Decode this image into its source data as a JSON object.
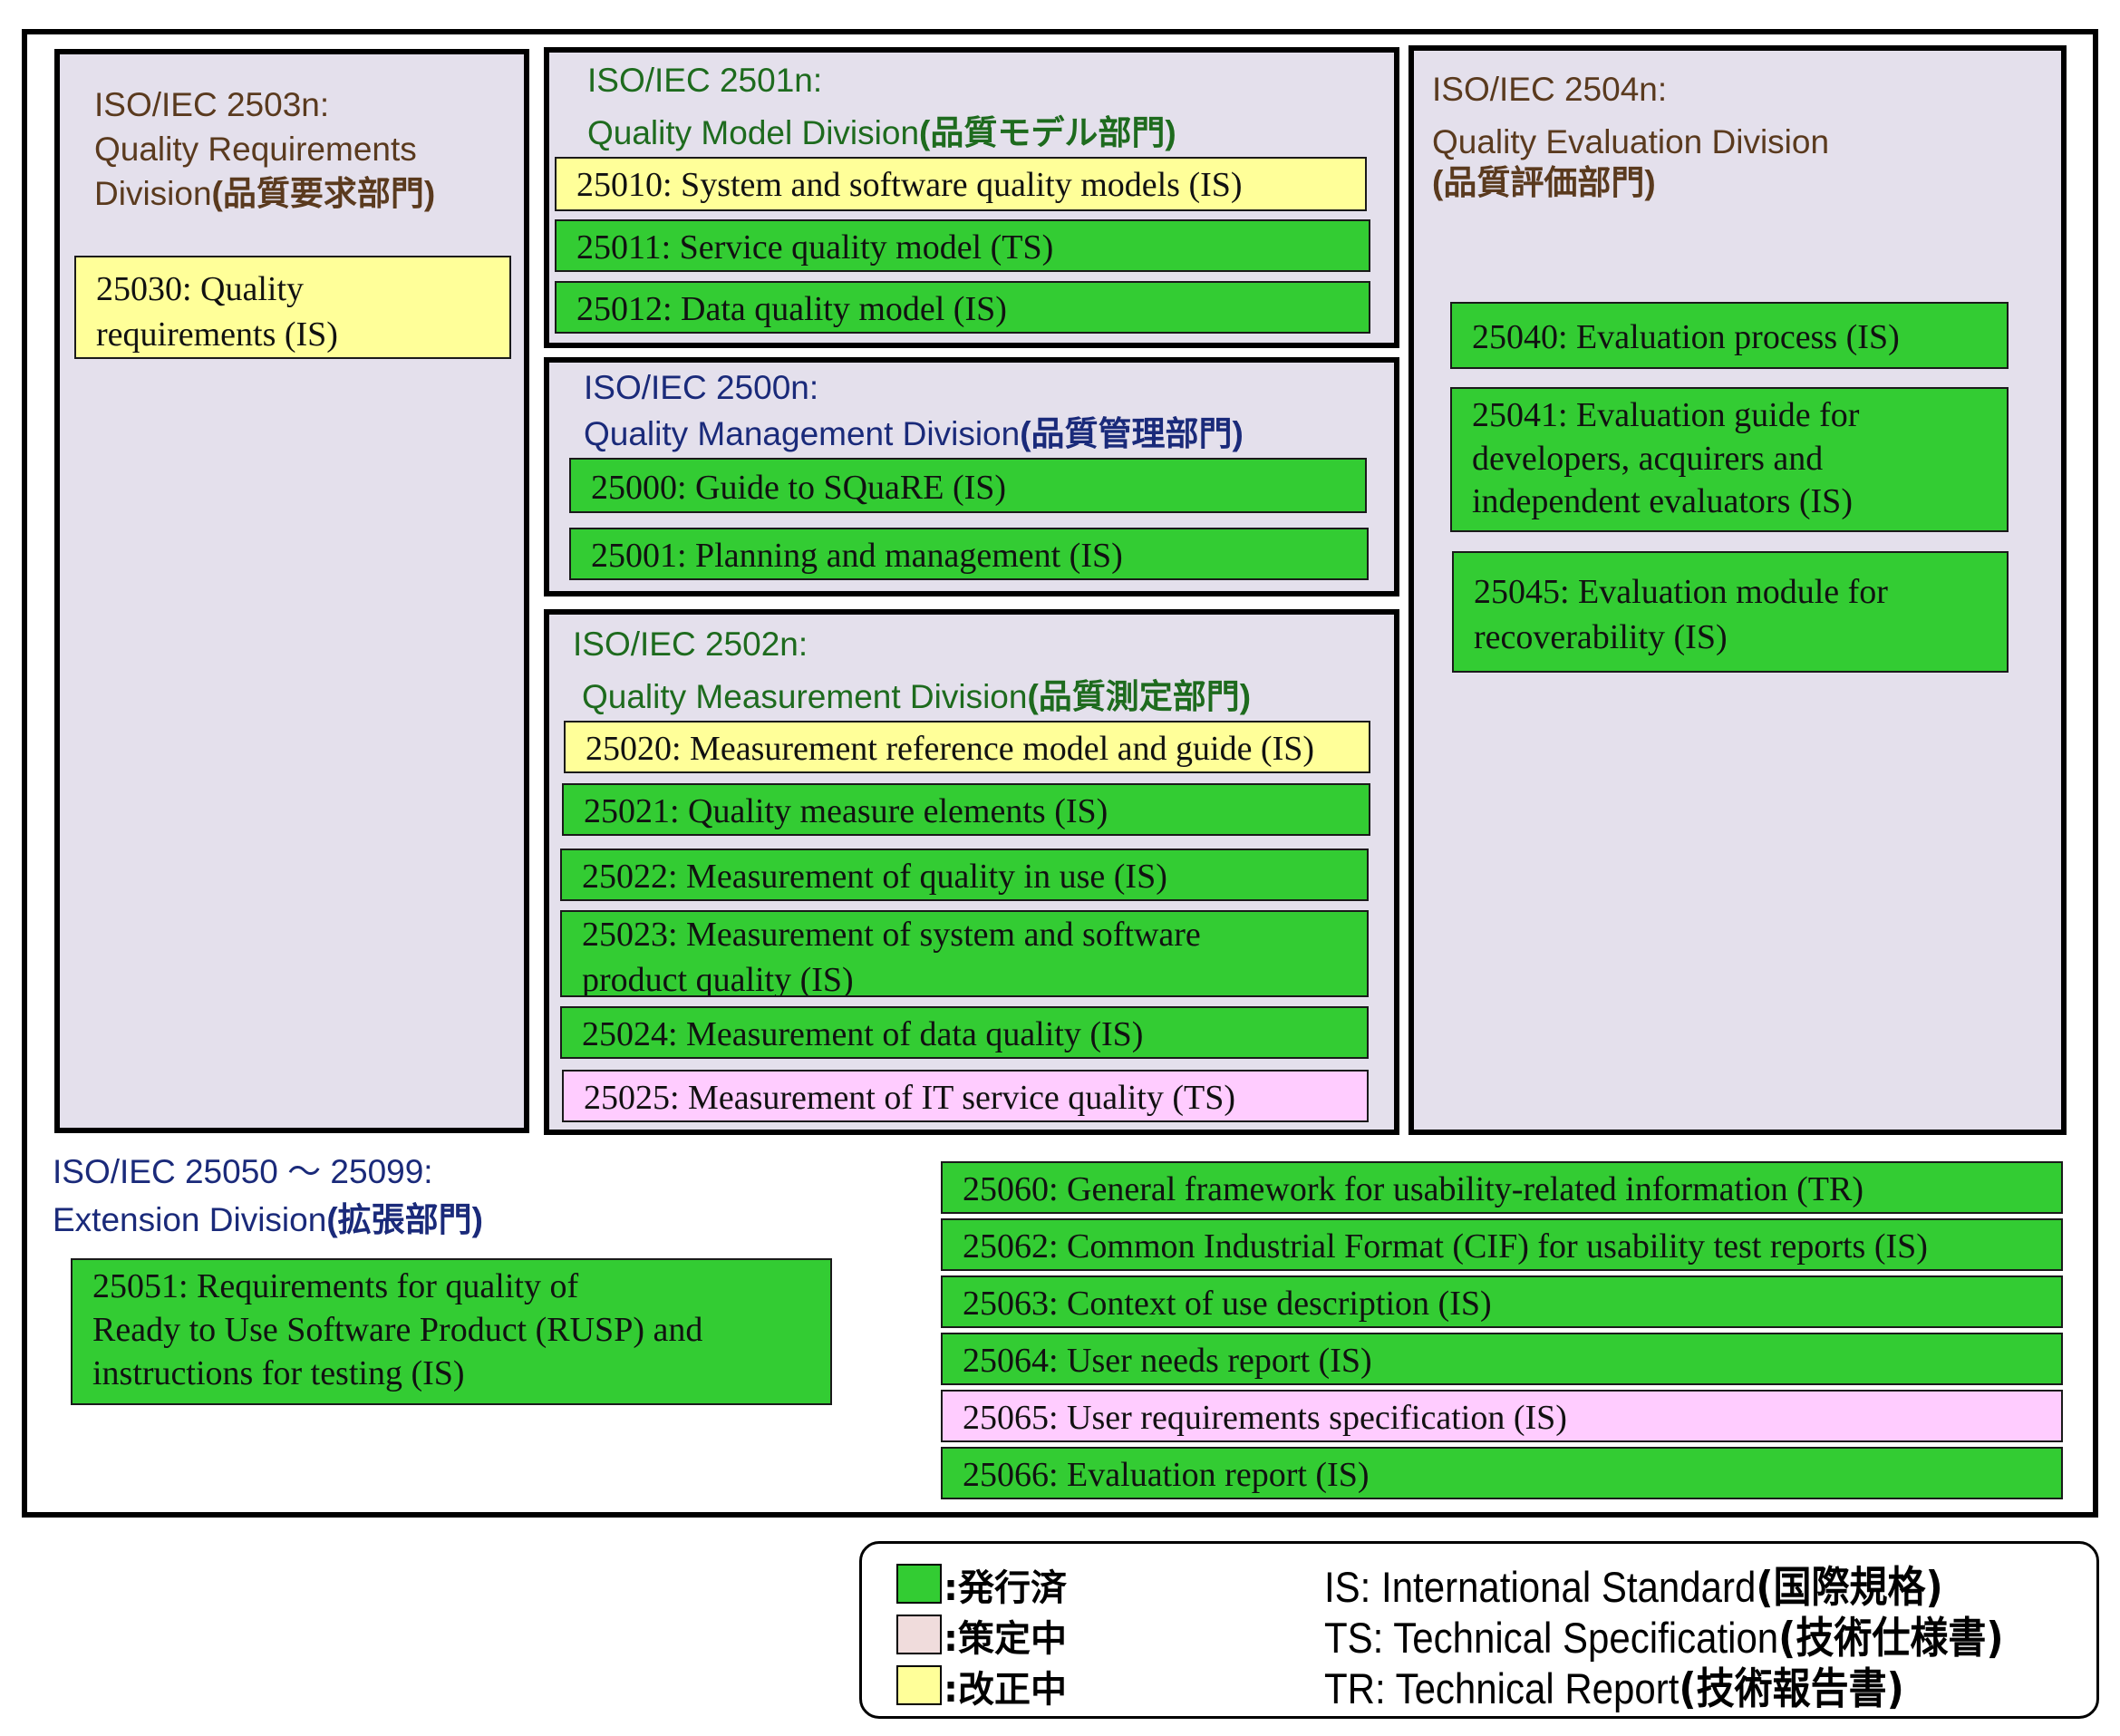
{
  "divisions": {
    "quality_requirements": {
      "title_lines": [
        "ISO/IEC 2503n:",
        "Quality Requirements"
      ],
      "title_last": "Division",
      "title_jp": "(品質要求部門)",
      "color": "#5a3a1e",
      "items": [
        {
          "code": "25030",
          "lines": [
            "25030: Quality",
            "requirements (IS)"
          ],
          "status": "revising"
        }
      ]
    },
    "quality_model": {
      "title_line1": "ISO/IEC 2501n:",
      "title_line2": "Quality Model Division",
      "title_jp": "(品質モデル部門)",
      "color": "#1e6b1e",
      "items": [
        {
          "code": "25010",
          "lines": [
            "25010: System and software quality models  (IS)"
          ],
          "status": "revising"
        },
        {
          "code": "25011",
          "lines": [
            "25011: Service quality model (TS)"
          ],
          "status": "published"
        },
        {
          "code": "25012",
          "lines": [
            "25012: Data quality model (IS)"
          ],
          "status": "published"
        }
      ]
    },
    "quality_management": {
      "title_line1": "ISO/IEC 2500n:",
      "title_line2": "Quality Management Division",
      "title_jp": "(品質管理部門)",
      "color": "#1a2a7a",
      "items": [
        {
          "code": "25000",
          "lines": [
            "25000: Guide to SQuaRE (IS)"
          ],
          "status": "published"
        },
        {
          "code": "25001",
          "lines": [
            "25001: Planning and management (IS)"
          ],
          "status": "published"
        }
      ]
    },
    "quality_measurement": {
      "title_line1": "ISO/IEC 2502n:",
      "title_line2": "Quality Measurement Division",
      "title_jp": "(品質測定部門)",
      "color": "#1e6b1e",
      "items": [
        {
          "code": "25020",
          "lines": [
            "25020: Measurement reference model and guide (IS)"
          ],
          "status": "revising"
        },
        {
          "code": "25021",
          "lines": [
            "25021: Quality measure elements (IS)"
          ],
          "status": "published"
        },
        {
          "code": "25022",
          "lines": [
            "25022: Measurement of quality in use (IS)"
          ],
          "status": "published"
        },
        {
          "code": "25023",
          "lines": [
            "25023: Measurement of system and software",
            "product quality (IS)"
          ],
          "status": "published"
        },
        {
          "code": "25024",
          "lines": [
            "25024: Measurement of  data quality (IS)"
          ],
          "status": "published"
        },
        {
          "code": "25025",
          "lines": [
            "25025: Measurement of  IT service quality (TS)"
          ],
          "status": "drafting"
        }
      ]
    },
    "quality_evaluation": {
      "title_line1": "ISO/IEC 2504n:",
      "title_line2": "Quality Evaluation Division",
      "title_jp": "(品質評価部門)",
      "color": "#5a3a1e",
      "items": [
        {
          "code": "25040",
          "lines": [
            "25040: Evaluation process   (IS)"
          ],
          "status": "published"
        },
        {
          "code": "25041",
          "lines": [
            "25041: Evaluation guide for",
            "developers, acquirers and",
            "independent evaluators  (IS)"
          ],
          "status": "published"
        },
        {
          "code": "25045",
          "lines": [
            "25045: Evaluation module for",
            "recoverability (IS)"
          ],
          "status": "published"
        }
      ]
    },
    "extension": {
      "title_line1": "ISO/IEC 25050 〜 25099:",
      "title_line2": "Extension Division",
      "title_jp": "(拡張部門)",
      "color": "#1a2a7a",
      "items": [
        {
          "code": "25051",
          "lines": [
            "25051: Requirements for quality of",
            "Ready to Use Software Product (RUSP) and",
            "instructions for testing (IS)"
          ],
          "status": "published"
        },
        {
          "code": "25060",
          "lines": [
            "25060: General framework for usability-related information (TR)"
          ],
          "status": "published"
        },
        {
          "code": "25062",
          "lines": [
            "25062: Common Industrial Format (CIF) for usability test reports (IS)"
          ],
          "status": "published"
        },
        {
          "code": "25063",
          "lines": [
            "25063: Context of use description (IS)"
          ],
          "status": "published"
        },
        {
          "code": "25064",
          "lines": [
            "25064: User needs report (IS)"
          ],
          "status": "published"
        },
        {
          "code": "25065",
          "lines": [
            "25065: User requirements specification (IS)"
          ],
          "status": "drafting"
        },
        {
          "code": "25066",
          "lines": [
            "25066: Evaluation report (IS)"
          ],
          "status": "published"
        }
      ]
    }
  },
  "legend": {
    "status": [
      {
        "key": "published",
        "label": ":発行済",
        "color": "#33cc33"
      },
      {
        "key": "drafting",
        "label": ":策定中",
        "color": "#f0dcdc"
      },
      {
        "key": "revising",
        "label": ":改正中",
        "color": "#ffff99"
      }
    ],
    "abbreviations": [
      {
        "abbr": "IS:",
        "en": " International Standard",
        "jp": "(国際規格)"
      },
      {
        "abbr": "TS:",
        "en": "Technical Specification",
        "jp": "(技術仕様書)"
      },
      {
        "abbr": "TR:",
        "en": "Technical Report",
        "jp": "(技術報告書)"
      }
    ]
  },
  "colors": {
    "published": "#33cc33",
    "revising": "#ffff99",
    "drafting": "#ffccff",
    "division_bg": "#e4e0ec"
  }
}
